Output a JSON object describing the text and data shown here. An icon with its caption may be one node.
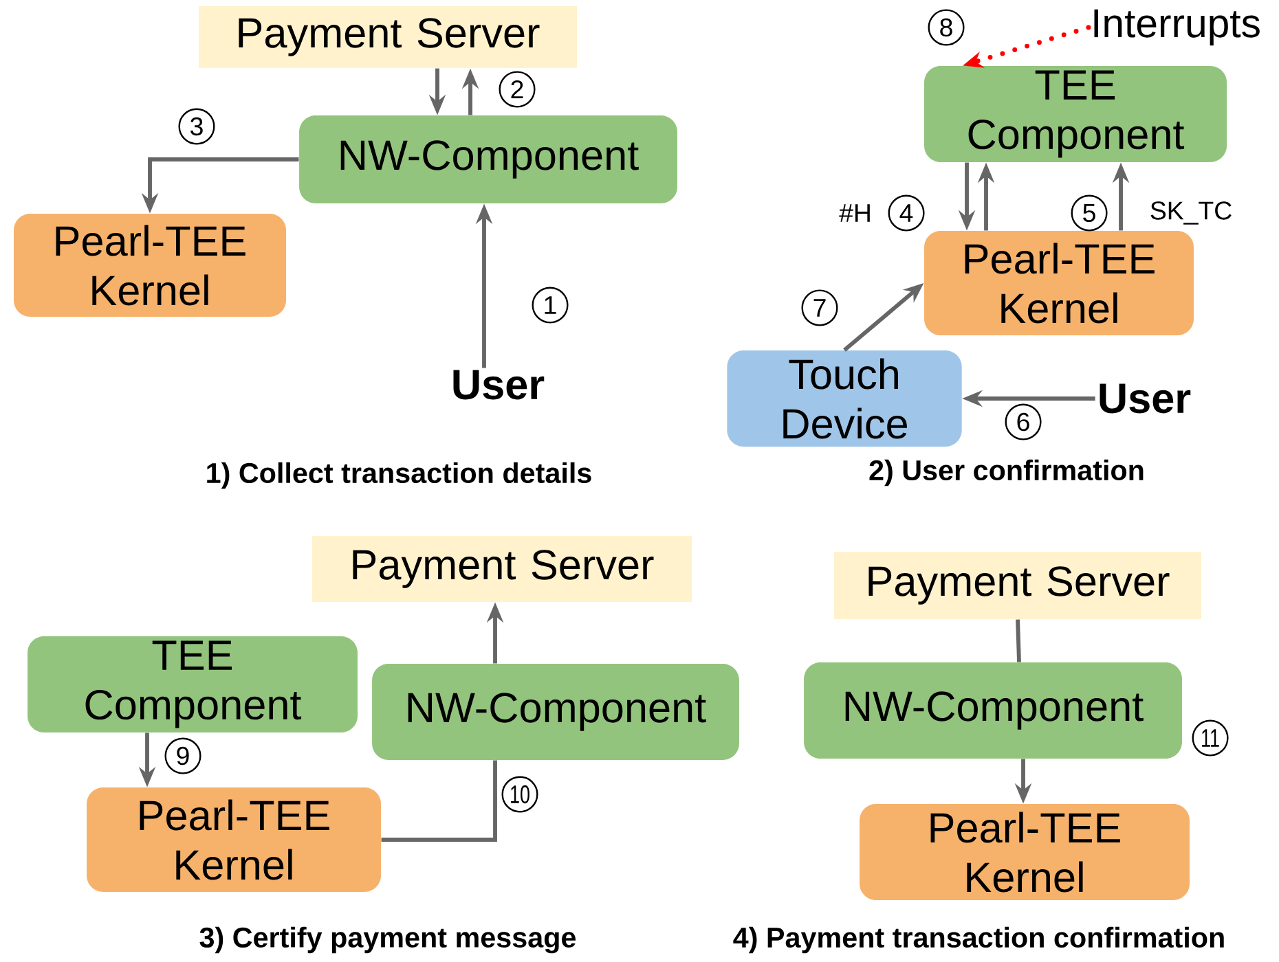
{
  "diagram": {
    "nodes": [
      {
        "text": [
          "Payment Server"
        ]
      },
      {
        "text": [
          "NW-Component"
        ]
      },
      {
        "text": [
          "Pearl-TEE Kernel"
        ]
      },
      {
        "text": [
          "User"
        ]
      },
      {
        "text": [
          "TEE Component"
        ]
      },
      {
        "text": [
          "Pearl-TEE Kernel"
        ]
      },
      {
        "text": [
          "Touch Device"
        ]
      },
      {
        "text": [
          "User"
        ]
      },
      {
        "text": [
          "Interrupts"
        ]
      },
      {
        "text": [
          "Payment Server"
        ]
      },
      {
        "text": [
          "TEE Component"
        ]
      },
      {
        "text": [
          "NW-Component"
        ]
      },
      {
        "text": [
          "Pearl-TEE Kernel"
        ]
      },
      {
        "text": [
          "Payment Server"
        ]
      },
      {
        "text": [
          "NW-Component"
        ]
      },
      {
        "text": [
          "Pearl-TEE Kernel"
        ]
      }
    ],
    "edges": [
      {
        "from": 0,
        "to": 1,
        "arrow": "to"
      },
      {
        "from": 1,
        "to": 0,
        "arrow": "to"
      },
      {
        "from": 1,
        "to": 2,
        "arrow": "to"
      },
      {
        "from": 3,
        "to": 1,
        "arrow": "to"
      },
      {
        "from": 4,
        "to": 5,
        "arrow": "to"
      },
      {
        "from": 5,
        "to": 4,
        "arrow": "to"
      },
      {
        "from": 5,
        "to": 4,
        "arrow": "to"
      },
      {
        "from": 6,
        "to": 5,
        "arrow": "to"
      },
      {
        "from": 7,
        "to": 6,
        "arrow": "to"
      },
      {
        "from": 8,
        "to": 4,
        "arrow": "to",
        "style": "dashed",
        "color": "#ff0000"
      },
      {
        "from": 10,
        "to": 12,
        "arrow": "to"
      },
      {
        "from": 12,
        "to": 11,
        "arrow": "none"
      },
      {
        "from": 11,
        "to": 9,
        "arrow": "to"
      },
      {
        "from": 13,
        "to": 14,
        "arrow": "none"
      },
      {
        "from": 14,
        "to": 15,
        "arrow": "to"
      }
    ],
    "labels": [
      "2",
      "3",
      "1",
      "1) Collect transaction details",
      "8",
      "#H",
      "4",
      "5",
      "SK_TC",
      "7",
      "6",
      "2) User confirmation",
      "9",
      "10",
      "3) Certify payment message",
      "11",
      "4) Payment transaction confirmation"
    ]
  }
}
